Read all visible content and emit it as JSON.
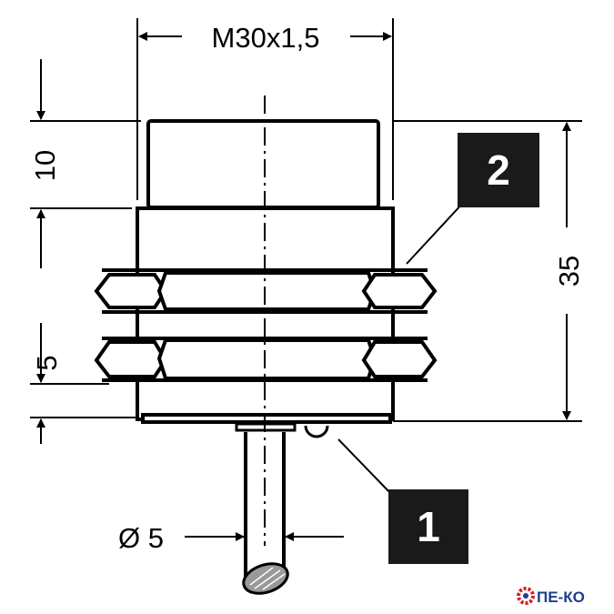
{
  "dimensions": {
    "thread": "M30x1,5",
    "top_length": "10",
    "nut_spacing": "5",
    "total_length": "35",
    "cable_diameter": "Ø 5"
  },
  "labels": {
    "led": "1",
    "active_face": "2"
  },
  "logo": {
    "text": "ПЕ-КО"
  },
  "colors": {
    "line": "#000000",
    "label_bg": "#1a1a1a",
    "logo_blue": "#1c3f8c",
    "logo_red": "#d42027"
  }
}
